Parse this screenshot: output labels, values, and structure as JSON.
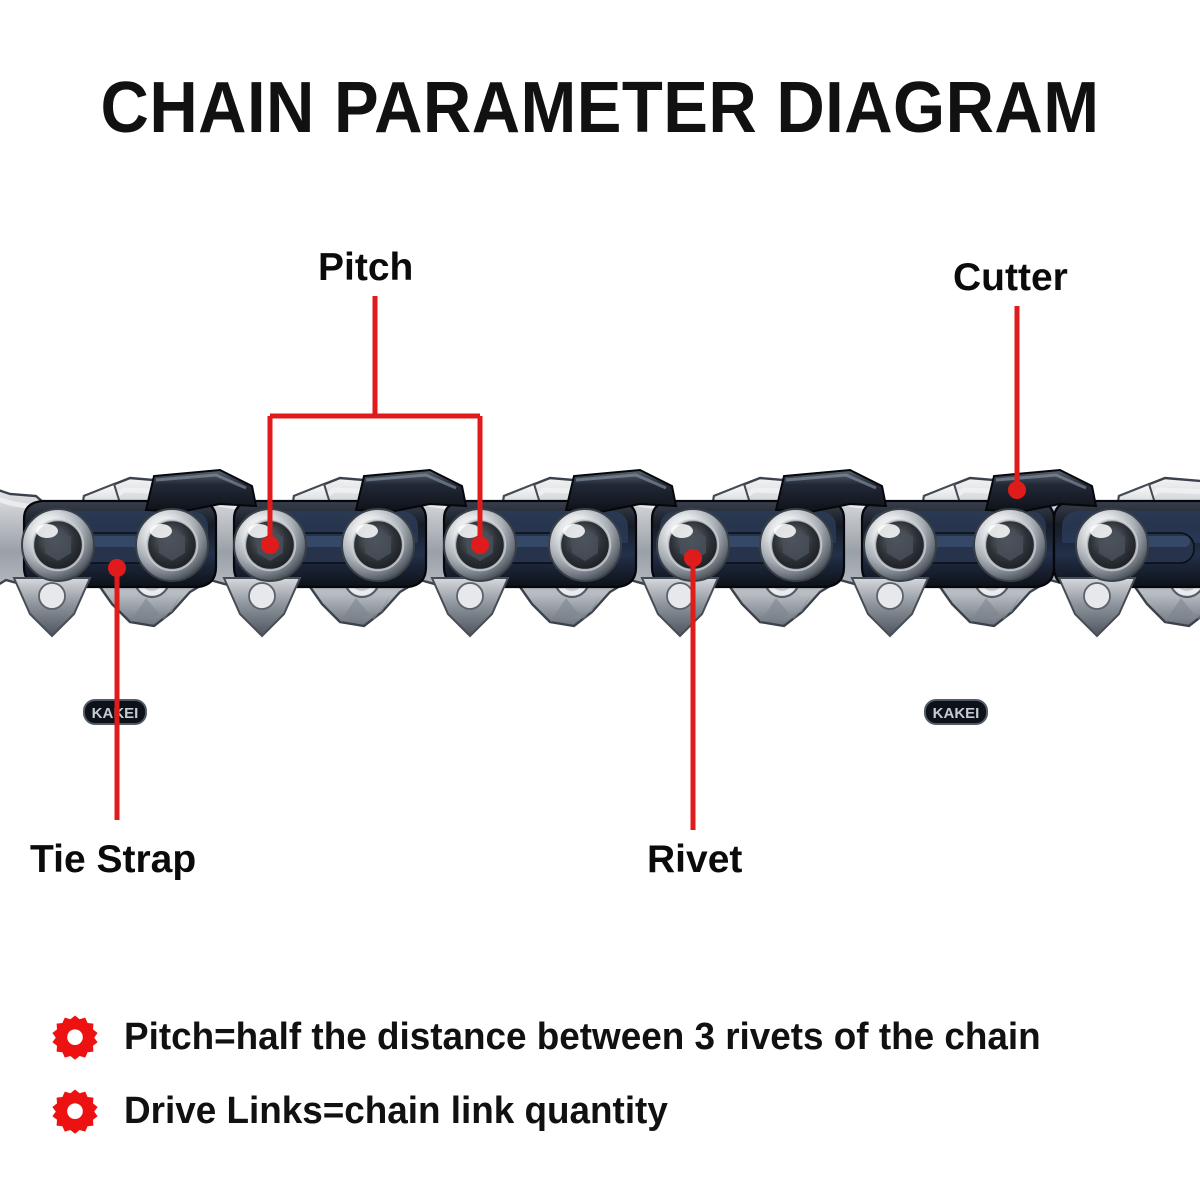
{
  "title": "CHAIN PARAMETER DIAGRAM",
  "brand": {
    "chain_mark": "KAKEI"
  },
  "colors": {
    "pointer_red": "#e01b1b",
    "accent_red": "#ee1111",
    "text_black": "#111111",
    "tie_strap_dark": "#1d2330",
    "tie_strap_blue": "#2b3a55",
    "steel_light": "#d8dadd",
    "steel_mid": "#9aa0a8",
    "steel_dark": "#5a626c",
    "background": "#ffffff"
  },
  "callouts": [
    {
      "id": "pitch",
      "label": "Pitch",
      "pointer": "bracket-down-to-two-rivets"
    },
    {
      "id": "cutter",
      "label": "Cutter",
      "pointer": "line-down-to-cutter-top-plate"
    },
    {
      "id": "tie-strap",
      "label": "Tie Strap",
      "pointer": "line-up-to-tie-strap-plate"
    },
    {
      "id": "rivet",
      "label": "Rivet",
      "pointer": "line-up-to-rivet"
    }
  ],
  "notes": [
    {
      "icon": "gear-icon",
      "text": "Pitch=half the distance between 3 rivets of the chain"
    },
    {
      "icon": "gear-icon",
      "text": "Drive Links=chain link quantity"
    }
  ]
}
